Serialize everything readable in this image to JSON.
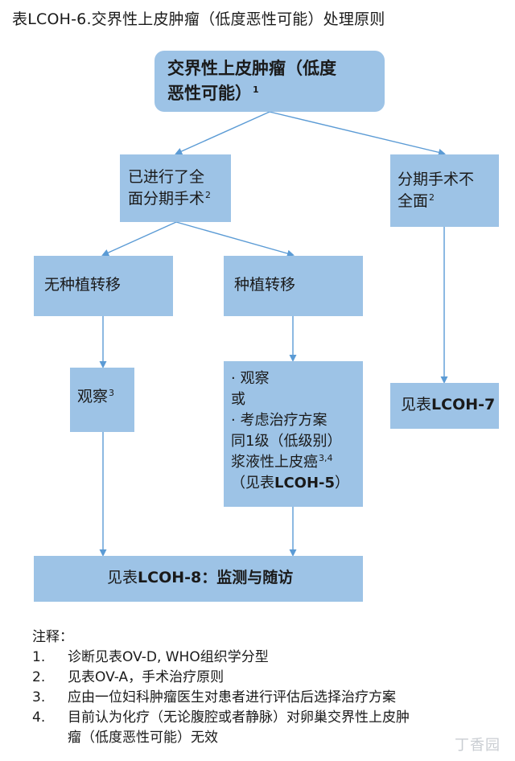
{
  "title": "表LCOH-6.交界性上皮肿瘤（低度恶性可能）处理原则",
  "root": {
    "line1": "交界性上皮肿瘤（低度",
    "line2": "恶性可能）",
    "sup": "1"
  },
  "staged": {
    "line1": "已进行了全",
    "line2": "面分期手术",
    "sup": "2"
  },
  "unstaged": {
    "line1": "分期手术不",
    "line2": "全面",
    "sup": "2"
  },
  "no_implant": {
    "label": "无种植转移"
  },
  "implant": {
    "label": "种植转移"
  },
  "observe": {
    "label": "观察",
    "sup": "3"
  },
  "implant_mgmt": {
    "line1": "· 观察",
    "line2": "或",
    "line3": "· 考虑治疗方案",
    "line4": "同1级（低级别）",
    "line5": "浆液性上皮癌",
    "sup": "3,4",
    "line6_pre": "（见表",
    "line6_bold": "LCOH-5",
    "line6_post": "）"
  },
  "lcoh7": {
    "pre": "见表",
    "bold": "LCOH-7"
  },
  "lcoh8": {
    "pre": "见表",
    "bold": "LCOH-8：监测与随访"
  },
  "notes": {
    "heading": "注释：",
    "items": [
      {
        "num": "1.",
        "text": "诊断见表OV-D, WHO组织学分型"
      },
      {
        "num": "2.",
        "text": "见表OV-A，手术治疗原则"
      },
      {
        "num": "3.",
        "text": "应由一位妇科肿瘤医生对患者进行评估后选择治疗方案"
      },
      {
        "num": "4.",
        "line1": "目前认为化疗（无论腹腔或者静脉）对卵巢交界性上皮肿",
        "line2": "瘤（低度恶性可能）无效"
      }
    ]
  },
  "watermark": "丁香园",
  "colors": {
    "box_fill": "#9dc3e6",
    "arrow": "#5b9bd5"
  }
}
